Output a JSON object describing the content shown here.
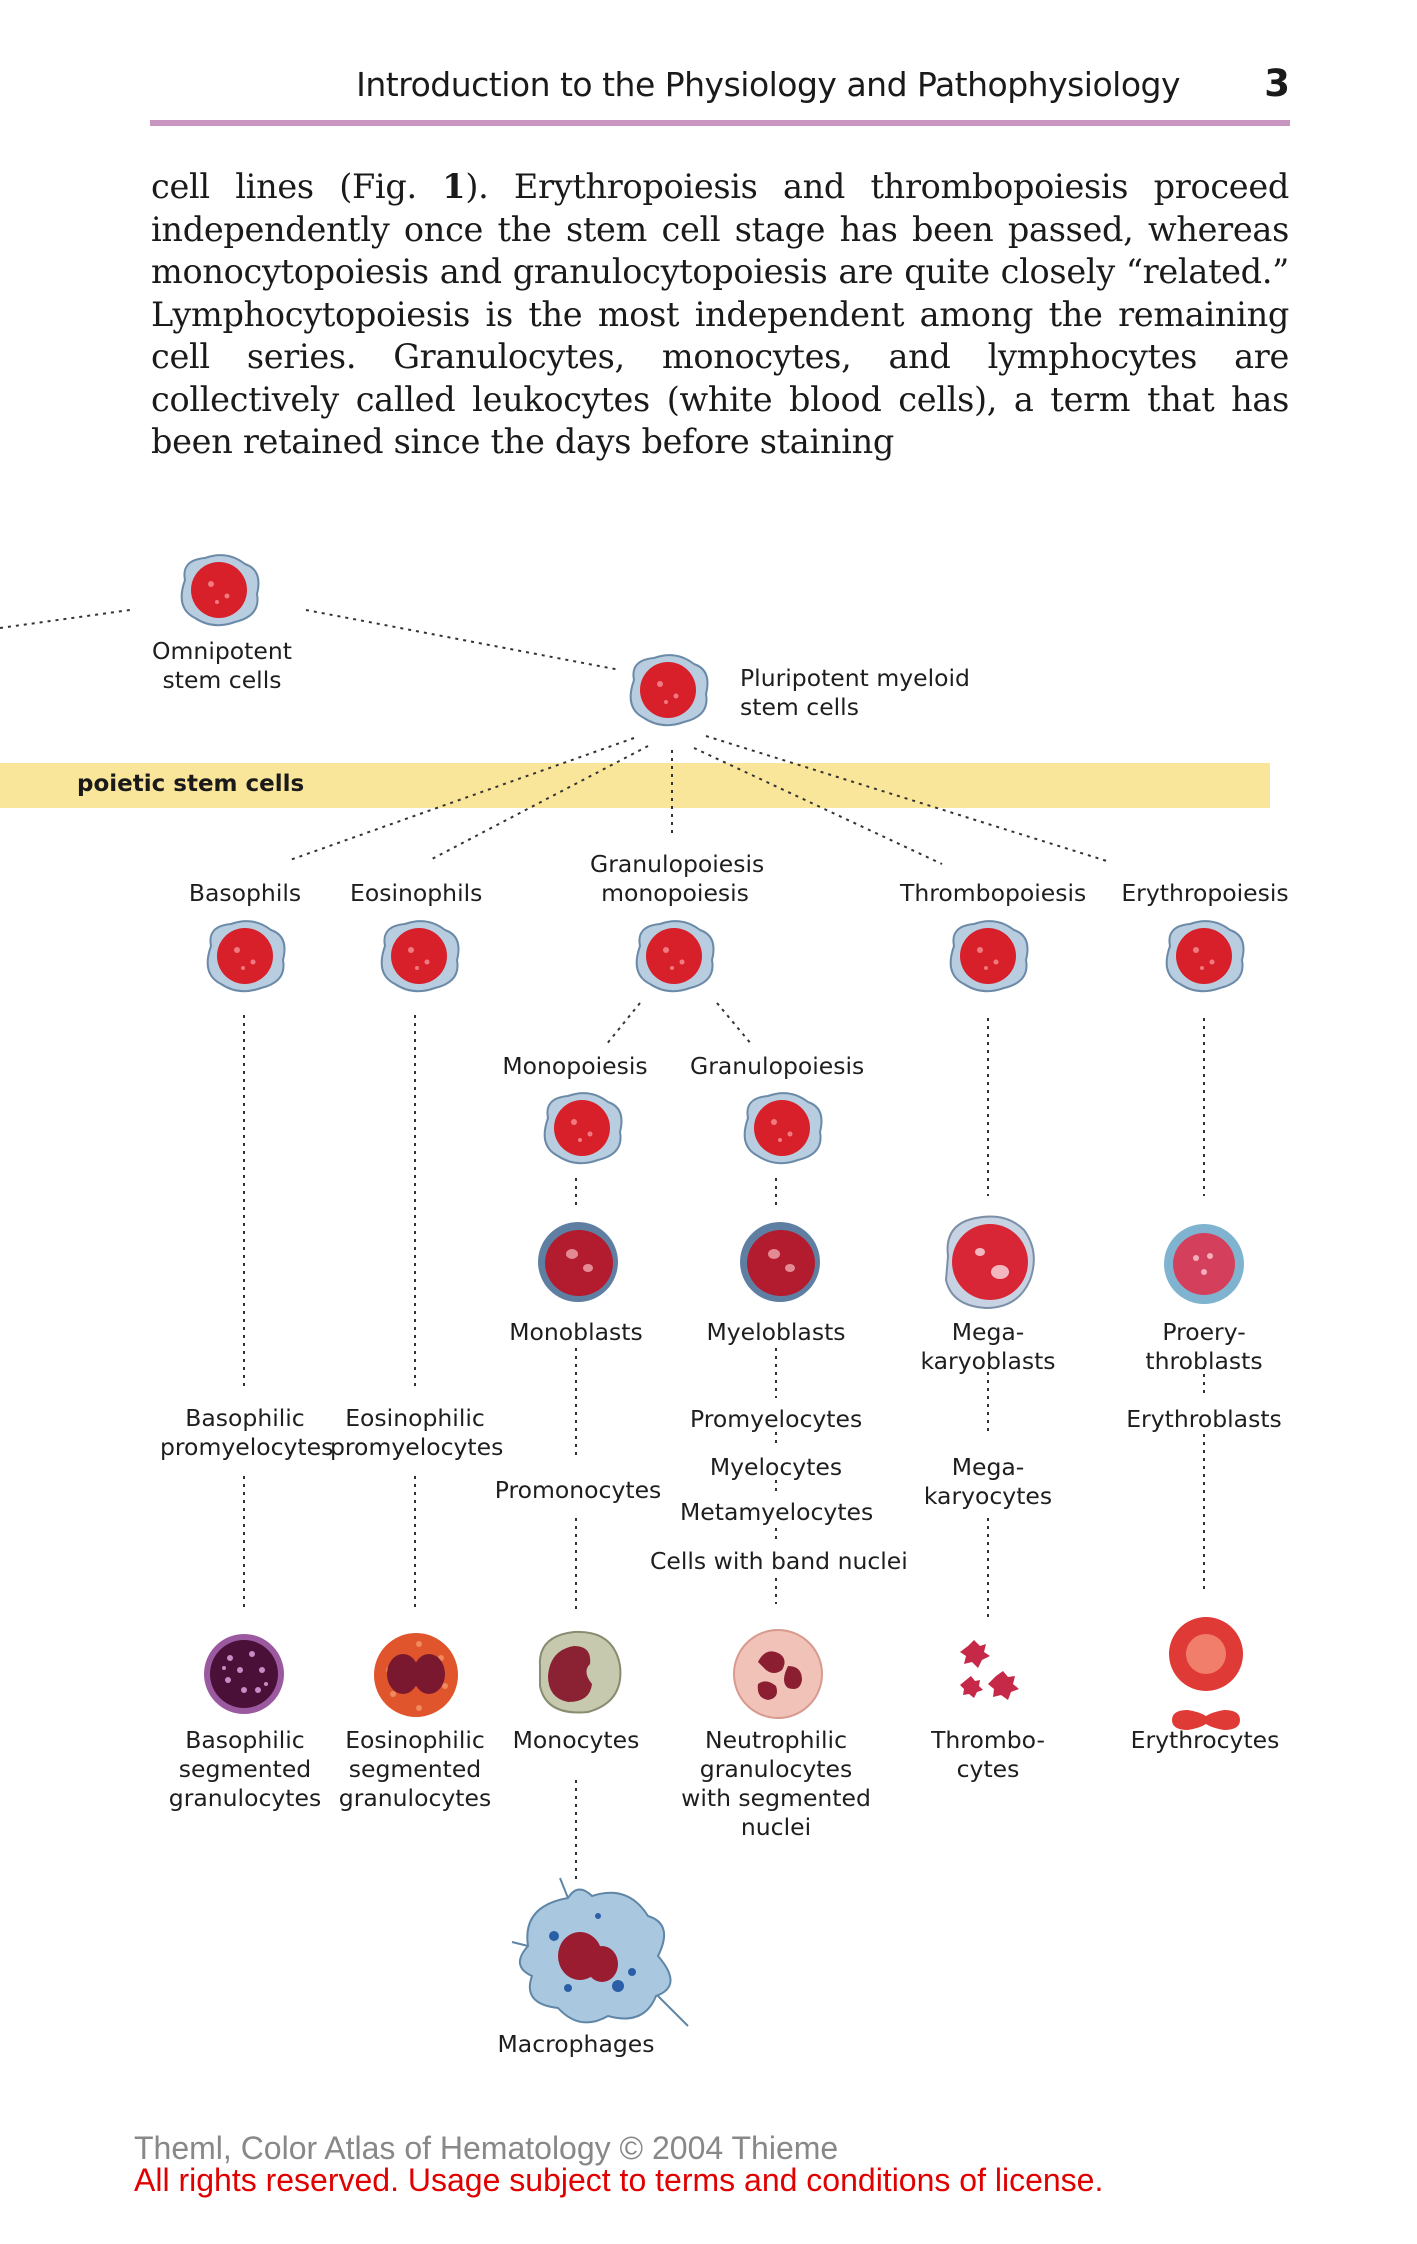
{
  "header": {
    "running_title": "Introduction to the Physiology and Pathophysiology",
    "page_number": "3"
  },
  "body": {
    "text_before_ref": "cell lines (Fig. ",
    "ref_number": "1",
    "text_after_ref": "). Erythropoiesis and thrombopoiesis proceed independently once the stem cell stage has been passed, whereas monocytopoiesis and granulocytopoiesis are quite closely “related.” Lymphocytopoiesis is the most independent among the remaining cell series. Granulocytes, monocytes, and lymphocytes are collectively called leukocytes (white blood cells), a term that has been retained since the days before staining"
  },
  "figure": {
    "band_label": "poietic stem cells",
    "colors": {
      "band": "#fae69a",
      "rule": "#c896c0",
      "stem_cell": "#d8202a",
      "nucleus_dark": "#a01828",
      "cytoplasm_blue": "#b9cde0",
      "license_text": "#e00000",
      "credit_text": "#888888"
    },
    "labels": {
      "omnipotent": [
        "Omnipotent",
        "stem cells"
      ],
      "pluripotent": [
        "Pluripotent myeloid",
        "stem cells"
      ],
      "basophils": "Basophils",
      "eosinophils": "Eosinophils",
      "granulo_mono": [
        "Granulopoiesis",
        "monopoiesis"
      ],
      "thrombopoiesis": "Thrombopoiesis",
      "erythropoiesis": "Erythropoiesis",
      "monopoiesis": "Monopoiesis",
      "granulopoiesis": "Granulopoiesis",
      "monoblasts": "Monoblasts",
      "myeloblasts": "Myeloblasts",
      "megakaryoblasts": [
        "Mega-",
        "karyoblasts"
      ],
      "proerythroblasts": [
        "Proery-",
        "throblasts"
      ],
      "basophilic_promyelocytes": [
        "Basophilic",
        "promyelocytes"
      ],
      "eosinophilic_promyelocytes": [
        "Eosinophilic",
        "promyelocytes"
      ],
      "promyelocytes": "Promyelocytes",
      "erythroblasts": "Erythroblasts",
      "myelocytes": "Myelocytes",
      "promonocytes": "Promonocytes",
      "megakaryocytes": [
        "Mega-",
        "karyocytes"
      ],
      "metamyelocytes": "Metamyelocytes",
      "band_cells": "Cells with band nuclei",
      "basophilic_segmented": [
        "Basophilic",
        "segmented",
        "granulocytes"
      ],
      "eosinophilic_segmented": [
        "Eosinophilic",
        "segmented",
        "granulocytes"
      ],
      "monocytes": "Monocytes",
      "neutrophilic_segmented": [
        "Neutrophilic",
        "granulocytes",
        "with segmented",
        "nuclei"
      ],
      "thrombocytes": [
        "Thrombo-",
        "cytes"
      ],
      "erythrocytes": "Erythrocytes",
      "macrophages": "Macrophages"
    }
  },
  "footer": {
    "credit": "Theml, Color Atlas of Hematology © 2004 Thieme",
    "license": "All rights reserved. Usage subject to terms and conditions of license."
  }
}
